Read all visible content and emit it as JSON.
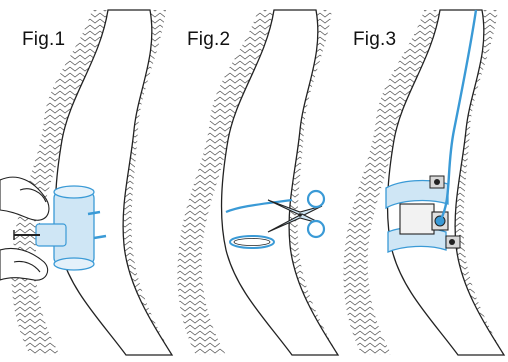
{
  "figures": [
    {
      "label": "Fig.1",
      "step": "clamp-on-probe"
    },
    {
      "label": "Fig.2",
      "step": "cut-with-scissors"
    },
    {
      "label": "Fig.3",
      "step": "mounted-clamp-with-cable"
    }
  ],
  "colors": {
    "accent": "#3a9ad6",
    "accent_fill": "#cfe6f5",
    "line": "#222222",
    "hatch": "#555555",
    "clamp_fill": "#f2f2f2"
  }
}
